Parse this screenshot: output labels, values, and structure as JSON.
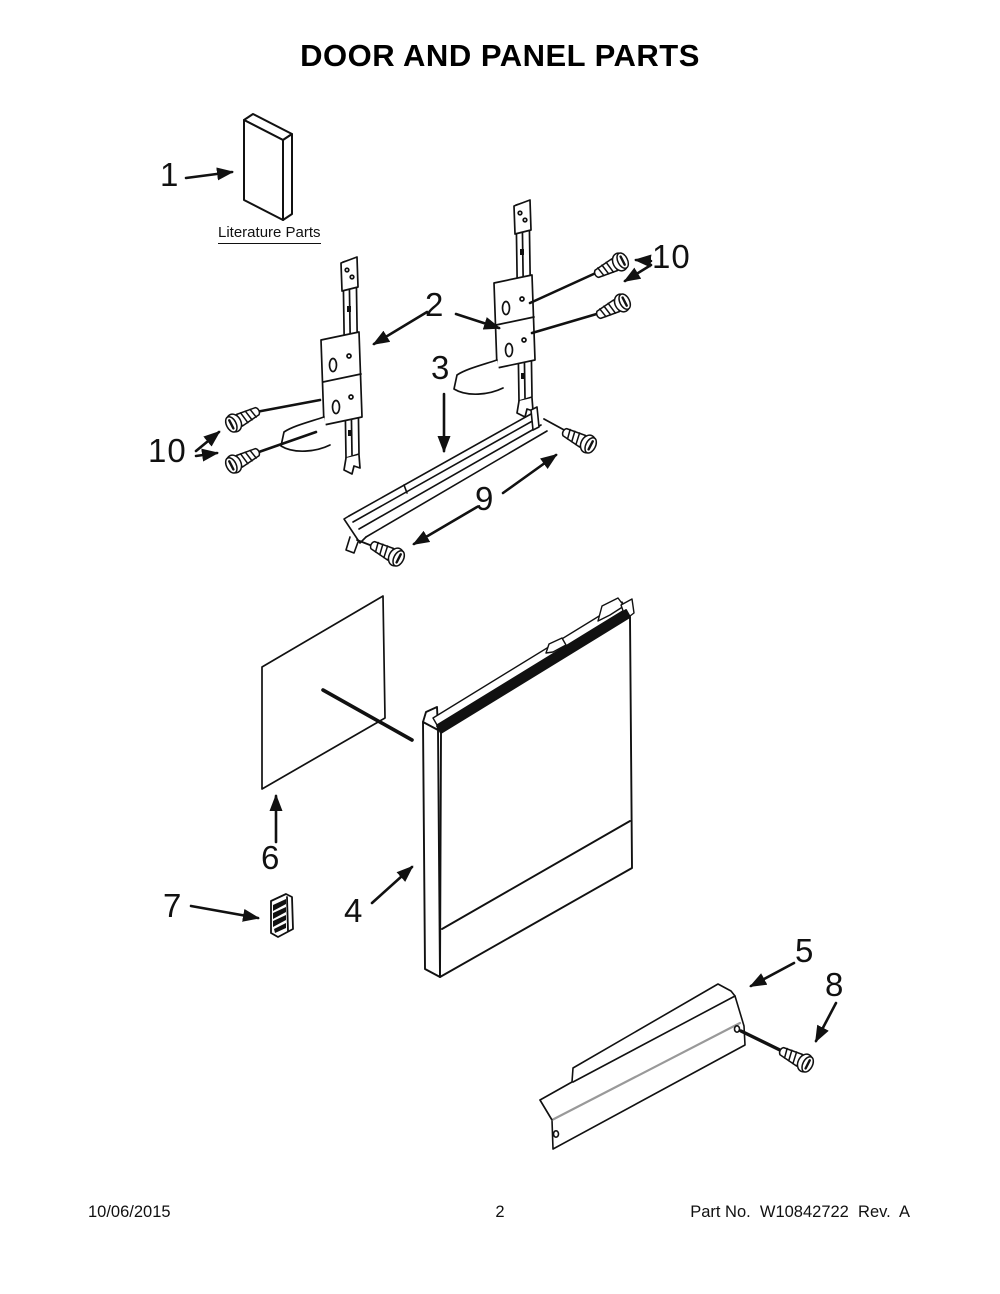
{
  "title": "DOOR AND PANEL PARTS",
  "diagram": {
    "literature_label": "Literature Parts",
    "callouts": {
      "item1": "1",
      "item2": "2",
      "item3": "3",
      "item4": "4",
      "item5": "5",
      "item6": "6",
      "item7": "7",
      "item8": "8",
      "item9": "9",
      "item10_left": "10",
      "item10_right": "10"
    }
  },
  "footer": {
    "date": "10/06/2015",
    "page_number": "2",
    "part_line": "Part No.  W10842722  Rev.  A"
  }
}
